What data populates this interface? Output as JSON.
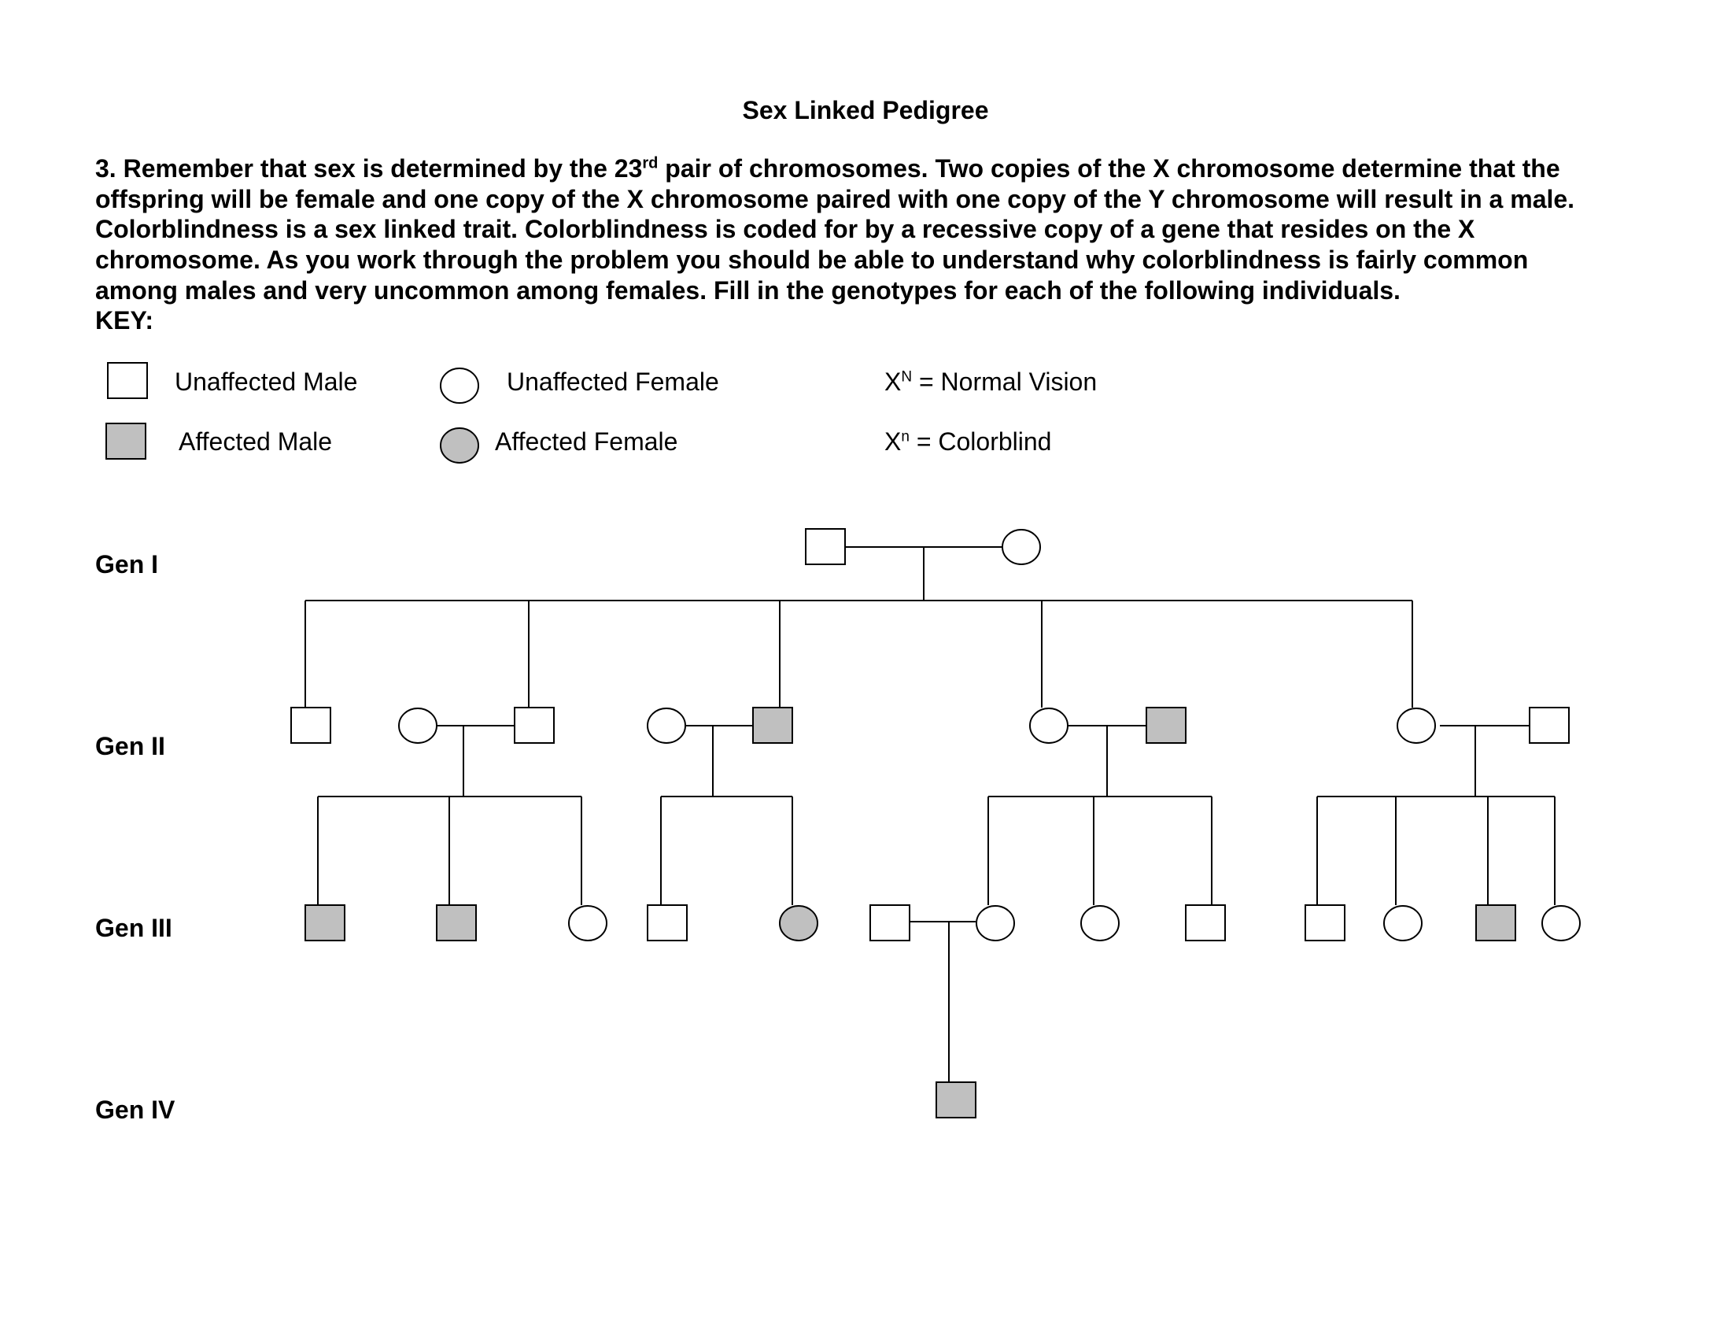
{
  "title": "Sex Linked Pedigree",
  "instructions": {
    "line1_pre": "3. Remember that sex is determined by the 23",
    "line1_sup": "rd",
    "line1_post": " pair of chromosomes.  Two copies of the X chromosome determine that the",
    "line2": "offspring will be female and one copy of the X chromosome paired with one copy of the Y chromosome will result in a male.",
    "line3": "Colorblindness is a sex linked trait.  Colorblindness is coded for by a recessive copy of a gene that resides on the X",
    "line4": "chromosome.  As you work through the problem you should be able to understand why colorblindness is fairly common",
    "line5": "among males and very uncommon among females.  Fill in the genotypes for each of the following individuals."
  },
  "key": {
    "label": "KEY:",
    "unaffected_male": "Unaffected Male",
    "affected_male": "Affected Male",
    "unaffected_female": "Unaffected Female",
    "affected_female": "Affected Female",
    "normal_base": "X",
    "normal_sup": "N",
    "normal_text": " = Normal Vision",
    "colorblind_base": "X",
    "colorblind_sup": "n",
    "colorblind_text": " = Colorblind"
  },
  "generations": {
    "gen1": "Gen I",
    "gen2": "Gen II",
    "gen3": "Gen III",
    "gen4": "Gen IV"
  },
  "colors": {
    "affected_fill": "#c0c0c0",
    "unaffected_fill": "#ffffff",
    "line": "#000000"
  }
}
